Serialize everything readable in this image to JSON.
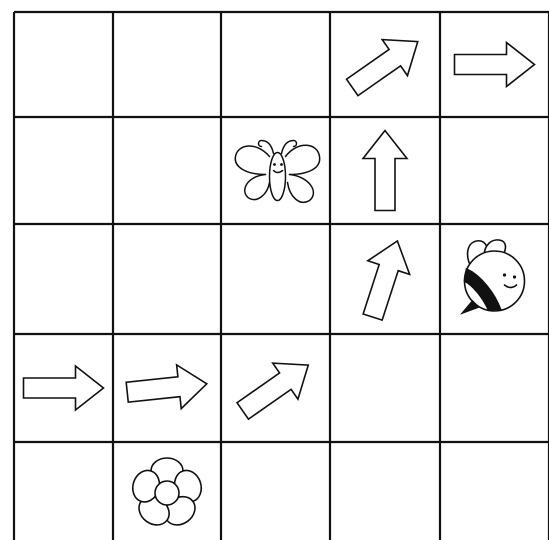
{
  "grid": {
    "rows": 5,
    "cols": 5,
    "line_color": "#111111",
    "background": "#ffffff",
    "cells": [
      {
        "row": 0,
        "col": 3,
        "type": "arrow",
        "direction": "up-right",
        "icon": "arrow-up-right-icon"
      },
      {
        "row": 0,
        "col": 4,
        "type": "arrow",
        "direction": "right",
        "icon": "arrow-right-icon"
      },
      {
        "row": 1,
        "col": 2,
        "type": "picture",
        "icon": "butterfly-icon"
      },
      {
        "row": 1,
        "col": 3,
        "type": "arrow",
        "direction": "up",
        "icon": "arrow-up-icon"
      },
      {
        "row": 2,
        "col": 3,
        "type": "arrow",
        "direction": "up-tilted",
        "icon": "arrow-up-tilted-icon"
      },
      {
        "row": 2,
        "col": 4,
        "type": "picture",
        "icon": "bee-icon"
      },
      {
        "row": 3,
        "col": 0,
        "type": "arrow",
        "direction": "right",
        "icon": "arrow-right-icon"
      },
      {
        "row": 3,
        "col": 1,
        "type": "arrow",
        "direction": "right-slight-up",
        "icon": "arrow-right-icon"
      },
      {
        "row": 3,
        "col": 2,
        "type": "arrow",
        "direction": "up-right",
        "icon": "arrow-up-right-icon"
      },
      {
        "row": 4,
        "col": 1,
        "type": "picture",
        "icon": "flower-icon"
      }
    ]
  }
}
